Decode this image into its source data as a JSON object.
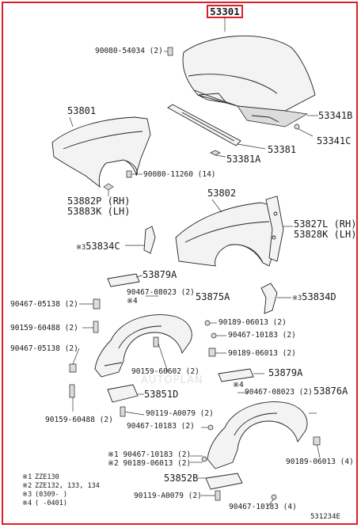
{
  "header": {
    "main_part": "53301"
  },
  "callouts": {
    "c1": "90080-54034 (2)",
    "c2": "53801",
    "c3": "53341B",
    "c4": "53341C",
    "c5": "53381",
    "c6": "53381A",
    "c7": "90080-11260 (14)",
    "c8": "53882P (RH)",
    "c9": "53883K (LH)",
    "c10": "53802",
    "c11": "53827L (RH)",
    "c12": "53828K (LH)",
    "c13": "53834C",
    "c14": "53879A",
    "c15": "90467-08023 (2)",
    "c16": "53875A",
    "c17": "90467-05138 (2)",
    "c18": "90159-60488 (2)",
    "c19": "53834D",
    "c20": "90189-06013 (2)",
    "c21": "90467-10183 (2)",
    "c22": "90467-05138 (2)",
    "c23": "90189-06013 (2)",
    "c24": "90159-60602 (2)",
    "c25": "53879A",
    "c26": "90467-08023 (2)",
    "c27": "53876A",
    "c28": "53851D",
    "c29": "90159-60488 (2)",
    "c30": "90119-A0079 (2)",
    "c31": "90467-10183 (2)",
    "c32": "90467-10183 (2)",
    "c33": "90189-06013 (2)",
    "c34": "90189-06013 (4)",
    "c35": "53852B",
    "c36": "90119-A0079 (2)",
    "c37": "90467-10183 (4)"
  },
  "markers": {
    "m1": "※3",
    "m2": "※4",
    "m3": "※3",
    "m4": "※4",
    "m5": "※1",
    "m6": "※2"
  },
  "notes": [
    {
      "mark": "※1",
      "text": "ZZE130"
    },
    {
      "mark": "※2",
      "text": "ZZE132, 133, 134"
    },
    {
      "mark": "※3",
      "text": "(0309-     )"
    },
    {
      "mark": "※4",
      "text": "(     -0401)"
    }
  ],
  "footer": {
    "drawing_id": "531234E"
  },
  "watermark": {
    "text": "AUTOPLAN"
  },
  "colors": {
    "highlight": "#d9202a",
    "line": "#222222"
  }
}
